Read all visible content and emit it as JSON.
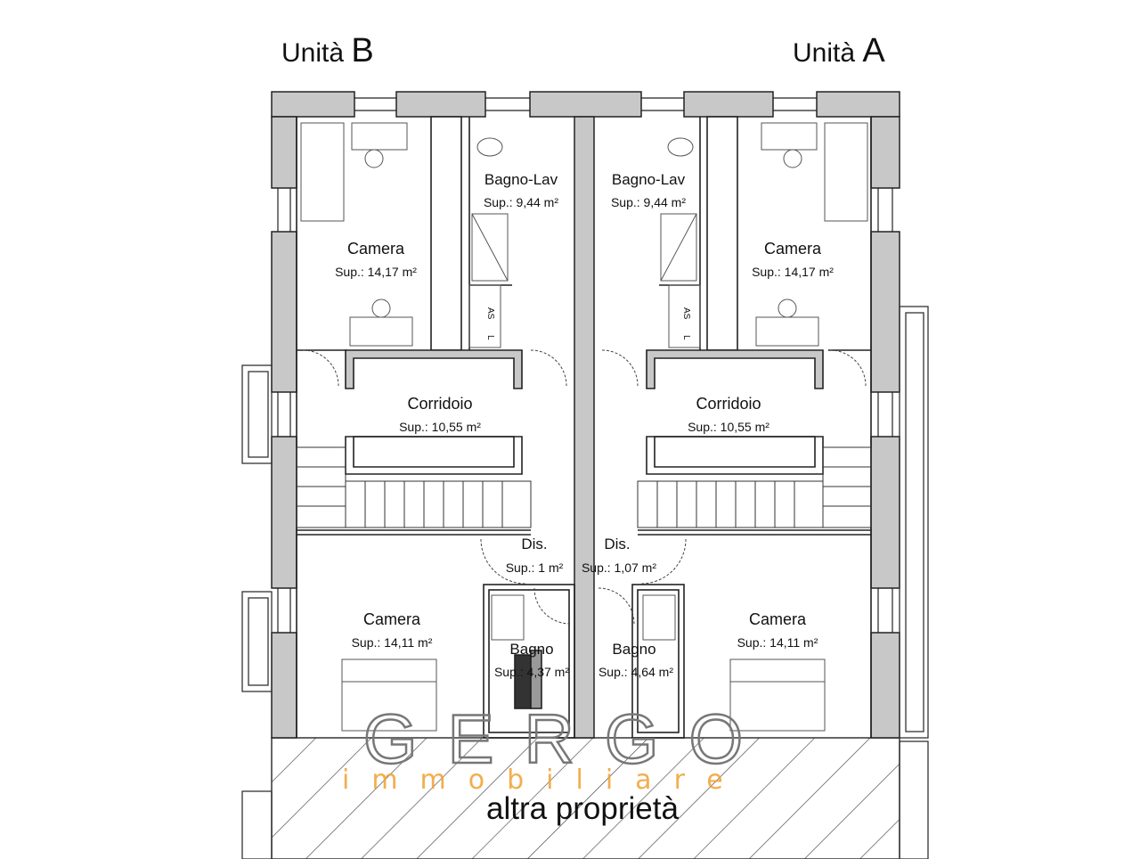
{
  "units": {
    "left": {
      "prefix": "Unità",
      "letter": "B"
    },
    "right": {
      "prefix": "Unità",
      "letter": "A"
    }
  },
  "rooms": {
    "camera_b_top": {
      "name": "Camera",
      "area": "Sup.: 14,17 m²"
    },
    "bagno_lav_b": {
      "name": "Bagno-Lav",
      "area": "Sup.: 9,44 m²"
    },
    "bagno_lav_a": {
      "name": "Bagno-Lav",
      "area": "Sup.: 9,44 m²"
    },
    "camera_a_top": {
      "name": "Camera",
      "area": "Sup.: 14,17 m²"
    },
    "corridoio_b": {
      "name": "Corridoio",
      "area": "Sup.: 10,55 m²"
    },
    "corridoio_a": {
      "name": "Corridoio",
      "area": "Sup.: 10,55 m²"
    },
    "dis_b": {
      "name": "Dis.",
      "area": "Sup.: 1 m²"
    },
    "dis_a": {
      "name": "Dis.",
      "area": "Sup.: 1,07 m²"
    },
    "camera_b_bottom": {
      "name": "Camera",
      "area": "Sup.: 14,11 m²"
    },
    "bagno_b": {
      "name": "Bagno",
      "area": "Sup.: 4,37 m²"
    },
    "bagno_a": {
      "name": "Bagno",
      "area": "Sup.: 4,64 m²"
    },
    "camera_a_bottom": {
      "name": "Camera",
      "area": "Sup.: 14,11 m²"
    }
  },
  "fixtures": {
    "as": "AS",
    "l": "L"
  },
  "logo": {
    "main": "GERGO",
    "sub": "immobiliare",
    "color": "#f0a030"
  },
  "other_property": "altra proprietà",
  "colors": {
    "wall": "#c8c8c8",
    "line": "#222222"
  }
}
